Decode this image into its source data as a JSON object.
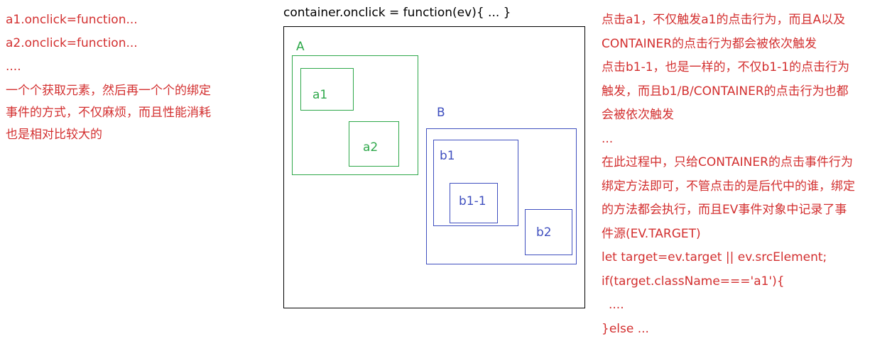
{
  "left": {
    "lines": [
      "a1.onclick=function...",
      "a2.onclick=function...",
      "...."
    ],
    "note_lines": [
      "一个个获取元素，然后再一个个的绑定",
      "事件的方式，不仅麻烦，而且性能消耗",
      "也是相对比较大的"
    ]
  },
  "diagram": {
    "title": "container.onclick = function(ev){  ...  }",
    "labels": {
      "A": "A",
      "a1": "a1",
      "a2": "a2",
      "B": "B",
      "b1": "b1",
      "b1_1": "b1-1",
      "b2": "b2"
    },
    "colors": {
      "text_red": "#d32f2f",
      "green": "#2ea84a",
      "blue": "#3f4fbf",
      "outline": "#000000"
    }
  },
  "right": {
    "lines": [
      "点击a1，不仅触发a1的点击行为，而且A以及",
      "CONTAINER的点击行为都会被依次触发",
      "点击b1-1，也是一样的，不仅b1-1的点击行为",
      "触发，而且b1/B/CONTAINER的点击行为也都",
      "会被依次触发",
      "...",
      "在此过程中，只给CONTAINER的点击事件行为",
      "绑定方法即可，不管点击的是后代中的谁，绑定",
      "的方法都会执行，而且EV事件对象中记录了事",
      "件源(EV.TARGET)",
      "let target=ev.target || ev.srcElement;",
      "if(target.className==='a1'){",
      "....",
      "}else ..."
    ]
  }
}
